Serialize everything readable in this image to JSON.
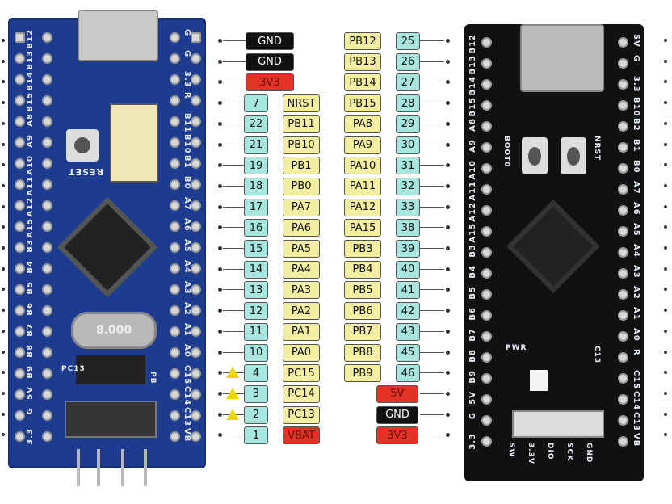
{
  "left_board": {
    "left_silk": [
      "B12",
      "B13",
      "B14",
      "B15",
      "A8",
      "A9",
      "A10",
      "A11",
      "A12",
      "A15",
      "B3",
      "B4",
      "B5",
      "B6",
      "B7",
      "B8",
      "B9",
      "5V",
      "G",
      "3.3"
    ],
    "right_silk": [
      "G",
      "G",
      "3.3",
      "R",
      "B11",
      "B10",
      "B1",
      "B0",
      "A7",
      "A6",
      "A5",
      "A4",
      "A3",
      "A2",
      "A1",
      "A0",
      "C15",
      "C14",
      "C13",
      "VB"
    ],
    "reset_label": "RESET",
    "crystal_label": "8.000",
    "pc13_label": "PC13",
    "pb_label": "PB"
  },
  "right_board": {
    "left_silk": [
      "B12",
      "B13",
      "B14",
      "B15",
      "A8",
      "A9",
      "A10",
      "A11",
      "A12",
      "A15",
      "B3",
      "B4",
      "B5",
      "B6",
      "B7",
      "B8",
      "B9",
      "5V",
      "G",
      "3.3"
    ],
    "right_silk": [
      "5V",
      "G",
      "3.3",
      "B10",
      "B2",
      "B1",
      "B0",
      "A7",
      "A6",
      "A5",
      "A4",
      "A3",
      "A2",
      "A1",
      "A0",
      "R",
      "C15",
      "C14",
      "C13",
      "VB"
    ],
    "boot_label": "BOOT0",
    "nrst_label": "NRST",
    "pwr_label": "PWR",
    "c13_label": "C13",
    "swd_labels": [
      "SW",
      "3.3V",
      "DIO",
      "SCK",
      "GND"
    ]
  },
  "left_pins": [
    {
      "num": "",
      "name": "GND",
      "kind": "gnd"
    },
    {
      "num": "",
      "name": "GND",
      "kind": "gnd"
    },
    {
      "num": "",
      "name": "3V3",
      "kind": "pwr"
    },
    {
      "num": "7",
      "name": "NRST",
      "kind": "pin"
    },
    {
      "num": "22",
      "name": "PB11",
      "kind": "pin"
    },
    {
      "num": "21",
      "name": "PB10",
      "kind": "pin"
    },
    {
      "num": "19",
      "name": "PB1",
      "kind": "pin"
    },
    {
      "num": "18",
      "name": "PB0",
      "kind": "pin"
    },
    {
      "num": "17",
      "name": "PA7",
      "kind": "pin"
    },
    {
      "num": "16",
      "name": "PA6",
      "kind": "pin"
    },
    {
      "num": "15",
      "name": "PA5",
      "kind": "pin"
    },
    {
      "num": "14",
      "name": "PA4",
      "kind": "pin"
    },
    {
      "num": "13",
      "name": "PA3",
      "kind": "pin"
    },
    {
      "num": "12",
      "name": "PA2",
      "kind": "pin"
    },
    {
      "num": "11",
      "name": "PA1",
      "kind": "pin"
    },
    {
      "num": "10",
      "name": "PA0",
      "kind": "pin"
    },
    {
      "num": "4",
      "name": "PC15",
      "kind": "pin"
    },
    {
      "num": "3",
      "name": "PC14",
      "kind": "pin"
    },
    {
      "num": "2",
      "name": "PC13",
      "kind": "pin"
    },
    {
      "num": "1",
      "name": "VBAT",
      "kind": "pin-red"
    }
  ],
  "right_pins": [
    {
      "num": "25",
      "name": "PB12"
    },
    {
      "num": "26",
      "name": "PB13"
    },
    {
      "num": "27",
      "name": "PB14"
    },
    {
      "num": "28",
      "name": "PB15"
    },
    {
      "num": "29",
      "name": "PA8"
    },
    {
      "num": "30",
      "name": "PA9"
    },
    {
      "num": "31",
      "name": "PA10"
    },
    {
      "num": "32",
      "name": "PA11"
    },
    {
      "num": "33",
      "name": "PA12"
    },
    {
      "num": "38",
      "name": "PA15"
    },
    {
      "num": "39",
      "name": "PB3"
    },
    {
      "num": "40",
      "name": "PB4"
    },
    {
      "num": "41",
      "name": "PB5"
    },
    {
      "num": "42",
      "name": "PB6"
    },
    {
      "num": "43",
      "name": "PB7"
    },
    {
      "num": "45",
      "name": "PB8"
    },
    {
      "num": "46",
      "name": "PB9"
    }
  ],
  "right_power": [
    {
      "name": "5V",
      "kind": "pwr"
    },
    {
      "name": "GND",
      "kind": "gnd"
    },
    {
      "name": "3V3",
      "kind": "pwr"
    }
  ],
  "colors": {
    "num_bg": "#a8e6e0",
    "pin_bg": "#f3eea0",
    "gnd_bg": "#111111",
    "pwr_bg": "#e53226",
    "blue_board": "#1d3c8f",
    "black_board": "#111111"
  }
}
